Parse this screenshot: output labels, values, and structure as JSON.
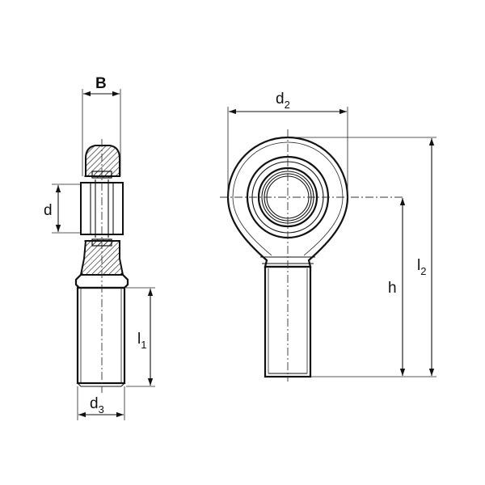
{
  "labels": {
    "B": "B",
    "d": "d",
    "d2_main": "d",
    "d2_sub": "2",
    "d3_main": "d",
    "d3_sub": "3",
    "l1_main": "l",
    "l1_sub": "1",
    "l2_main": "l",
    "l2_sub": "2",
    "h": "h"
  },
  "colors": {
    "line": "#111111",
    "background": "#ffffff"
  }
}
